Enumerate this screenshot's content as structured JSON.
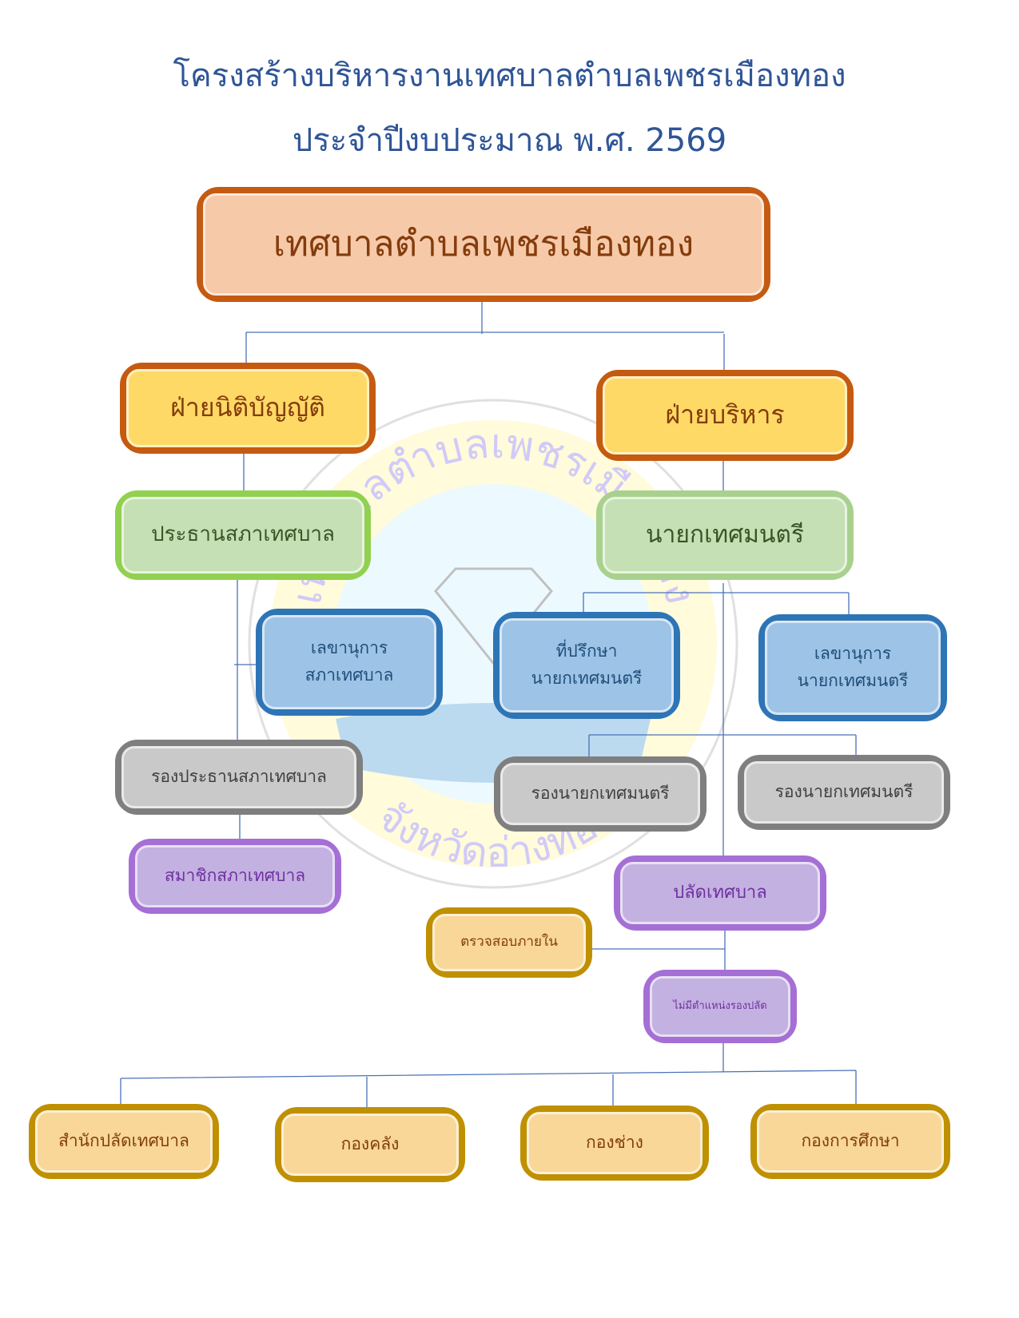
{
  "title_line1": "โครงสร้างบริหารงานเทศบาลตำบลเพชรเมืองทอง",
  "title_line2": "ประจำปีงบประมาณ พ.ศ. 2569",
  "seal": {
    "top_text": "เทศบาลตำบลเพชรเมืองทอง",
    "bottom_text": "จังหวัดอ่างทอง"
  },
  "nodes": {
    "root": "เทศบาลตำบลเพชรเมืองทอง",
    "legislative": "ฝ่ายนิติบัญญัติ",
    "executive": "ฝ่ายบริหาร",
    "council_president": "ประธานสภาเทศบาล",
    "mayor": "นายกเทศมนตรี",
    "council_secretary_1": "เลขานุการ",
    "council_secretary_2": "สภาเทศบาล",
    "mayor_advisor_1": "ที่ปรึกษา",
    "mayor_advisor_2": "นายกเทศมนตรี",
    "mayor_secretary_1": "เลขานุการ",
    "mayor_secretary_2": "นายกเทศมนตรี",
    "council_vice_president": "รองประธานสภาเทศบาล",
    "deputy_mayor_1": "รองนายกเทศมนตรี",
    "deputy_mayor_2": "รองนายกเทศมนตรี",
    "council_members": "สมาชิกสภาเทศบาล",
    "municipal_clerk": "ปลัดเทศบาล",
    "internal_audit": "ตรวจสอบภายใน",
    "deputy_clerk": "ไม่มีตำแหน่งรองปลัด",
    "departments": [
      "สำนักปลัดเทศบาล",
      "กองคลัง",
      "กองช่าง",
      "กองการศึกษา"
    ]
  }
}
